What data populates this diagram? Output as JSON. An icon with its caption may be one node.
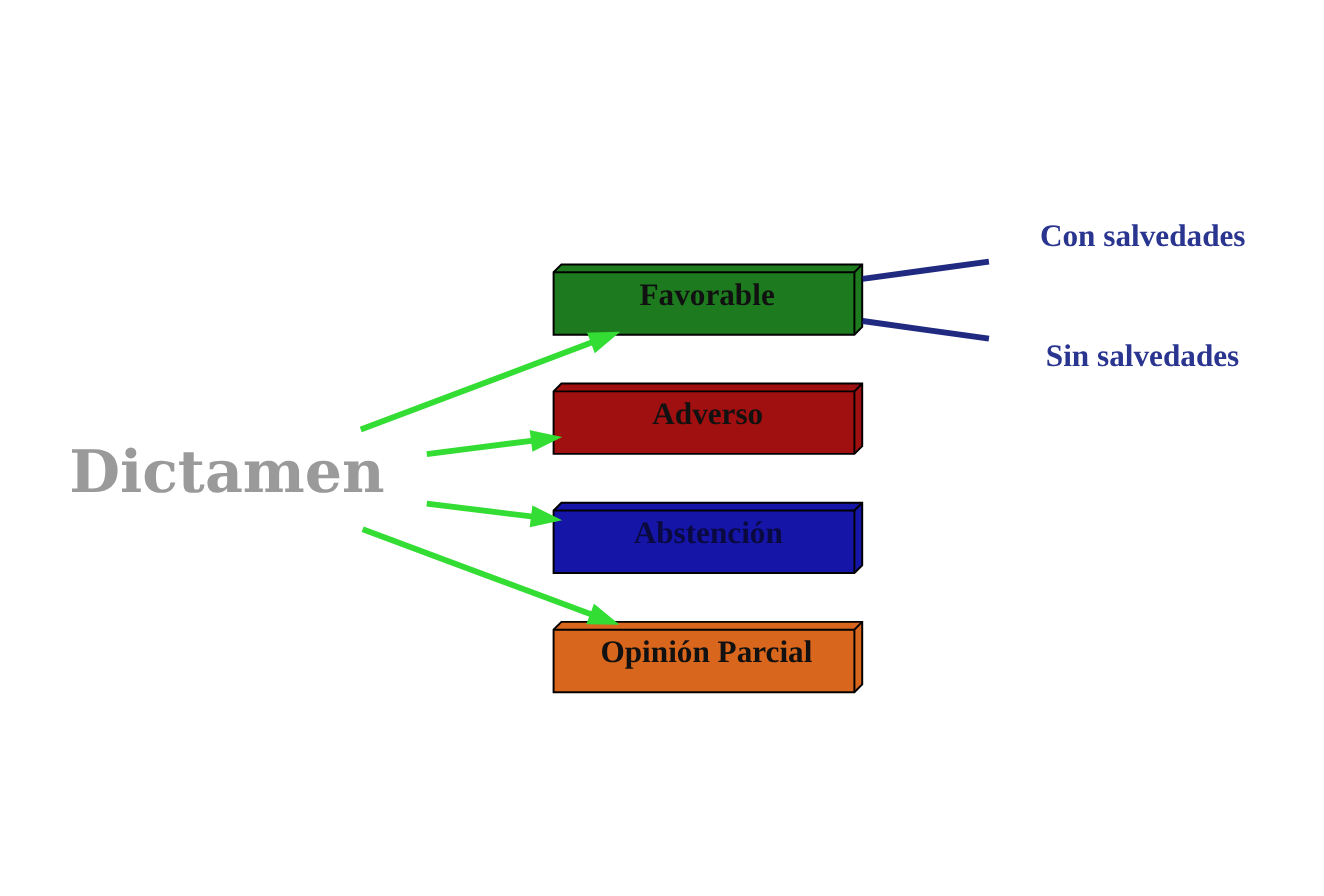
{
  "diagram": {
    "nodes": [
      {
        "text": [
          "Dictamen"
        ]
      },
      {
        "text": [
          "Favorable"
        ]
      },
      {
        "text": [
          "Adverso"
        ]
      },
      {
        "text": [
          "Abstención"
        ]
      },
      {
        "text": [
          "Opinión Parcial"
        ]
      },
      {
        "text": [
          "Con salvedades"
        ]
      },
      {
        "text": [
          "Sin salvedades"
        ]
      }
    ],
    "edges": [
      {
        "from": 0,
        "to": 1,
        "arrow": "to"
      },
      {
        "from": 0,
        "to": 2,
        "arrow": "to"
      },
      {
        "from": 0,
        "to": 3,
        "arrow": "to"
      },
      {
        "from": 0,
        "to": 4,
        "arrow": "to"
      },
      {
        "from": 1,
        "to": 5,
        "arrow": "none",
        "color": "#1f2a80"
      },
      {
        "from": 1,
        "to": 6,
        "arrow": "none",
        "color": "#1f2a80"
      }
    ]
  }
}
